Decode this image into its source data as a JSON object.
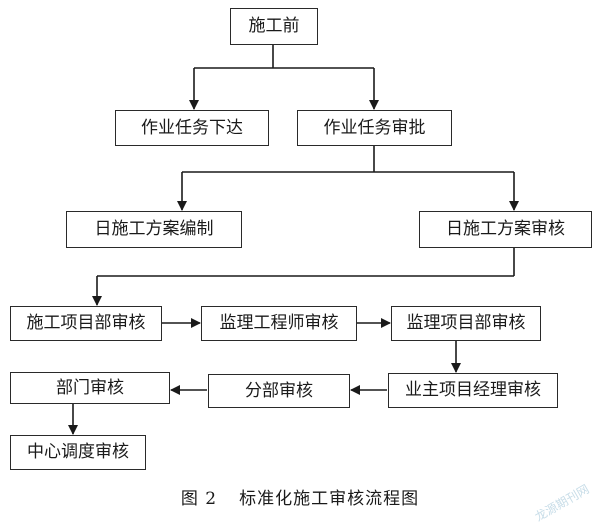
{
  "nodes": {
    "pre_construction": "施工前",
    "task_issue": "作业任务下达",
    "task_approval": "作业任务审批",
    "daily_plan_prep": "日施工方案编制",
    "daily_plan_review": "日施工方案审核",
    "project_dept_review": "施工项目部审核",
    "engineer_review": "监理工程师审核",
    "supervision_dept_review": "监理项目部审核",
    "owner_manager_review": "业主项目经理审核",
    "branch_review": "分部审核",
    "dept_review": "部门审核",
    "dispatch_review": "中心调度审核"
  },
  "caption": {
    "number": "图 2",
    "text": "标准化施工审核流程图"
  },
  "watermark": "龙源期刊网"
}
